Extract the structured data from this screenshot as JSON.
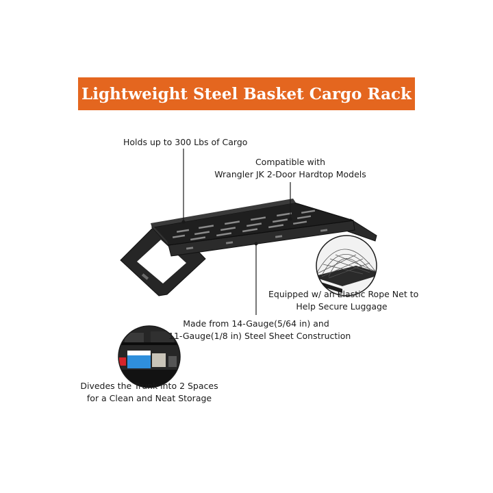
{
  "banner": {
    "title": "Lightweight Steel Basket Cargo Rack",
    "color": "#e4661f"
  },
  "callouts": {
    "capacity": "Holds up to 300 Lbs of Cargo",
    "compatibility": {
      "line1": "Compatible with",
      "line2": "Wrangler JK 2-Door Hardtop Models"
    },
    "rope_net": {
      "line1": "Equipped w/ an Elastic Rope Net to",
      "line2": "Help Secure Luggage"
    },
    "material": {
      "line1": "Made from 14-Gauge(5/64 in) and",
      "line2": "11-Gauge(1/8 in) Steel Sheet Construction"
    },
    "storage": {
      "line1": "Divedes the Trunk into 2 Spaces",
      "line2": "for a Clean and Neat Storage"
    }
  },
  "images": {
    "product": "black-steel-cargo-rack",
    "rope_net_detail": "elastic-rope-net-closeup",
    "trunk_detail": "trunk-storage-photo"
  },
  "colors": {
    "banner": "#e4661f",
    "rack": "#222222",
    "leader_line": "#1a1a1a"
  }
}
